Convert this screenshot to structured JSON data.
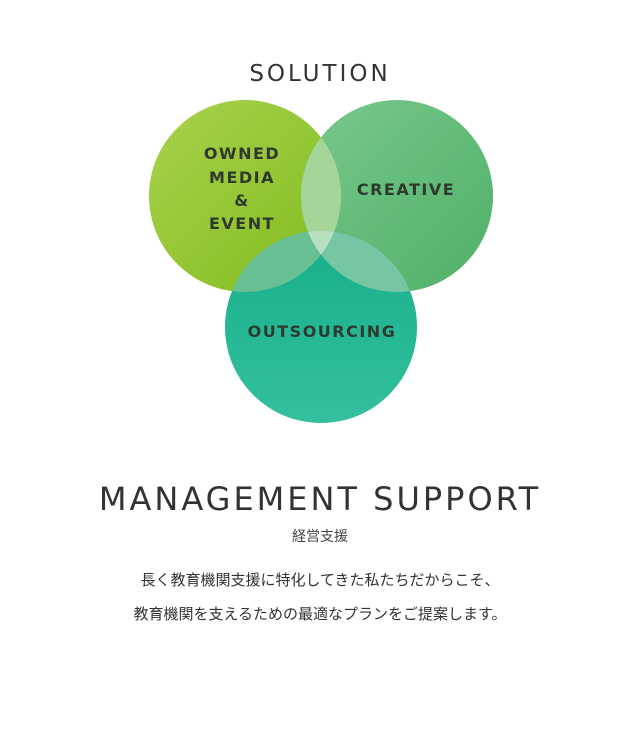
{
  "solution": {
    "title": "SOLUTION"
  },
  "venn": {
    "owned_media_event": [
      "OWNED",
      "MEDIA",
      "&",
      "EVENT"
    ],
    "creative": "CREATIVE",
    "outsourcing": "OUTSOURCING",
    "colors": {
      "owned_media_event": "#8dc21f",
      "creative": "#5cba73",
      "outsourcing": "#1bb08c",
      "overlap_top": "#a5d49a",
      "overlap_bottom": "#6cc29e"
    }
  },
  "management": {
    "title": "MANAGEMENT SUPPORT",
    "subtitle": "経営支援",
    "description": [
      "長く教育機関支援に特化してきた私たちだからこそ、",
      "教育機関を支えるための最適なプランをご提案します。"
    ]
  }
}
